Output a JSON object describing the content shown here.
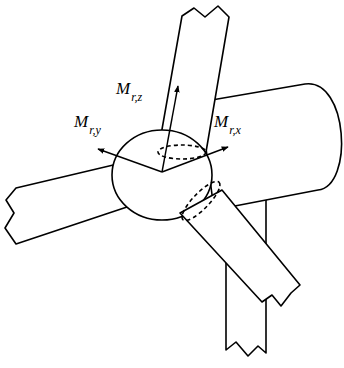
{
  "diagram": {
    "labels": [
      "M",
      "r,z",
      "M",
      "r,y",
      "M",
      "r,x"
    ]
  }
}
